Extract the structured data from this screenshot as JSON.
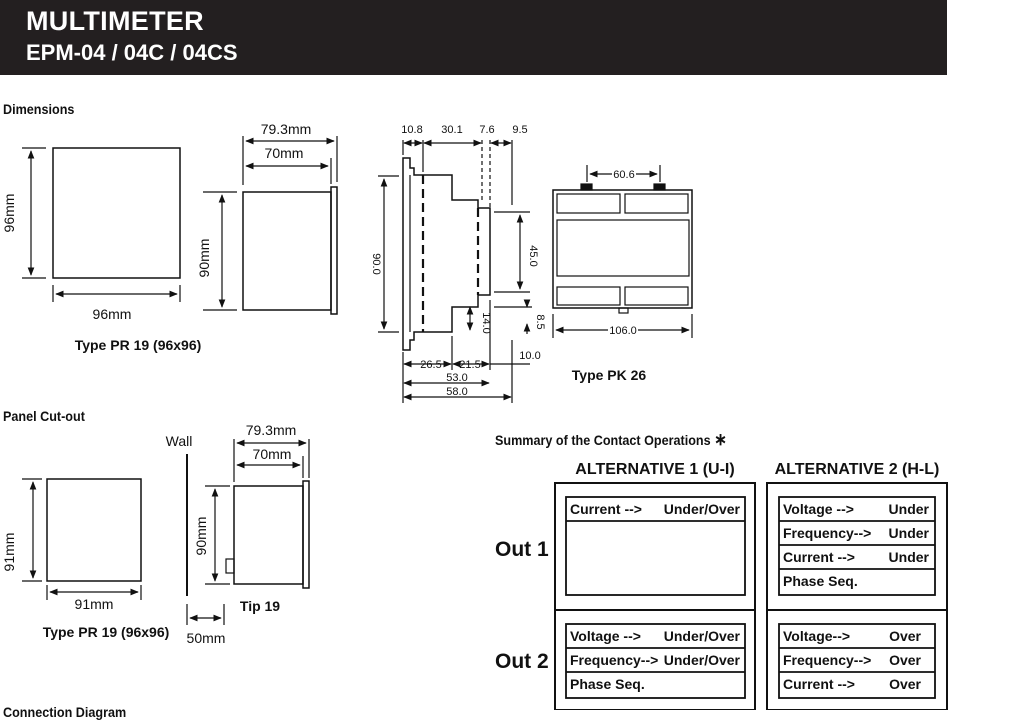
{
  "header": {
    "title": "MULTIMETER",
    "subtitle": "EPM-04 / 04C / 04CS"
  },
  "sections": {
    "dimensions": "Dimensions",
    "panel_cutout": "Panel Cut-out",
    "summary": "Summary of the Contact Operations",
    "summary_mark": "∗",
    "connection": "Connection Diagram"
  },
  "dimensions": {
    "pr19_front": {
      "height": "96mm",
      "width": "96mm",
      "caption": "Type PR 19 (96x96)"
    },
    "pr19_side": {
      "overall": "79.3mm",
      "body": "70mm",
      "height": "90mm"
    },
    "pk26": {
      "top": [
        "10.8",
        "30.1",
        "7.6",
        "9.5"
      ],
      "height": "90.0",
      "mid": "45.0",
      "lower": "14.0",
      "small": "8.5",
      "right": "10.0",
      "bottom": [
        "26.5",
        "21.5",
        "53.0",
        "58.0"
      ],
      "front_top": "60.6",
      "front_width": "106.0",
      "caption": "Type PK 26"
    }
  },
  "cutout": {
    "wall": "Wall",
    "height": "91mm",
    "width": "91mm",
    "caption": "Type PR 19 (96x96)",
    "side": {
      "overall": "79.3mm",
      "body": "70mm",
      "height": "90mm",
      "gap": "50mm",
      "caption": "Tip 19"
    }
  },
  "contacts": {
    "alt1_title": "ALTERNATIVE 1 (U-I)",
    "alt2_title": "ALTERNATIVE 2 (H-L)",
    "outs": [
      {
        "label": "Out 1",
        "alt1": [
          {
            "name": "Current  -->",
            "value": "Under/Over"
          }
        ],
        "alt2": [
          {
            "name": "Voltage -->",
            "value": "Under"
          },
          {
            "name": "Frequency-->",
            "value": "Under"
          },
          {
            "name": "Current -->",
            "value": "Under"
          },
          {
            "name": "Phase Seq.",
            "value": ""
          }
        ]
      },
      {
        "label": "Out 2",
        "alt1": [
          {
            "name": "Voltage -->",
            "value": "Under/Over"
          },
          {
            "name": "Frequency-->",
            "value": "Under/Over"
          },
          {
            "name": "Phase Seq.",
            "value": ""
          }
        ],
        "alt2": [
          {
            "name": "Voltage-->",
            "value": "Over"
          },
          {
            "name": "Frequency-->",
            "value": "Over"
          },
          {
            "name": "Current -->",
            "value": "Over"
          }
        ]
      }
    ]
  }
}
